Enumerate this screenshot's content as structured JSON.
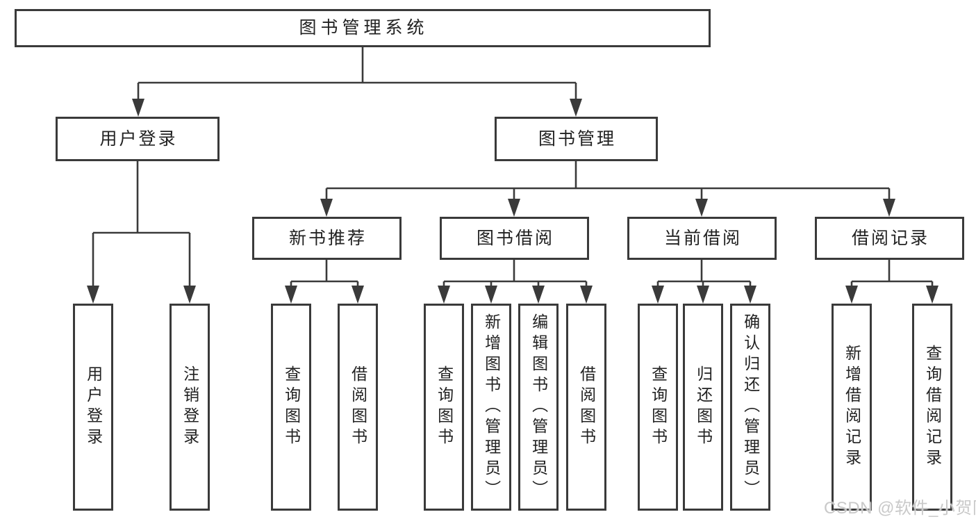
{
  "diagram": {
    "type": "hierarchy-structure-chart",
    "nodes": {
      "root": "图书管理系统",
      "user_login": "用户登录",
      "book_mgmt": "图书管理",
      "new_book_rec": "新书推荐",
      "book_borrow": "图书借阅",
      "current_borrow": "当前借阅",
      "borrow_records": "借阅记录",
      "ul_user_login": "用户登录",
      "ul_logout": "注销登录",
      "nb_query": "查询图书",
      "nb_borrow": "借阅图书",
      "bb_query": "查询图书",
      "bb_add": "新增图书（管理员）",
      "bb_edit": "编辑图书（管理员）",
      "bb_borrow": "借阅图书",
      "cb_query": "查询图书",
      "cb_return": "归还图书",
      "cb_confirm": "确认归还（管理员）",
      "br_add": "新增借阅记录",
      "br_query": "查询借阅记录"
    },
    "edges": [
      [
        "root",
        "user_login"
      ],
      [
        "root",
        "book_mgmt"
      ],
      [
        "user_login",
        "ul_user_login"
      ],
      [
        "user_login",
        "ul_logout"
      ],
      [
        "book_mgmt",
        "new_book_rec"
      ],
      [
        "book_mgmt",
        "book_borrow"
      ],
      [
        "book_mgmt",
        "current_borrow"
      ],
      [
        "book_mgmt",
        "borrow_records"
      ],
      [
        "new_book_rec",
        "nb_query"
      ],
      [
        "new_book_rec",
        "nb_borrow"
      ],
      [
        "book_borrow",
        "bb_query"
      ],
      [
        "book_borrow",
        "bb_add"
      ],
      [
        "book_borrow",
        "bb_edit"
      ],
      [
        "book_borrow",
        "bb_borrow"
      ],
      [
        "current_borrow",
        "cb_query"
      ],
      [
        "current_borrow",
        "cb_return"
      ],
      [
        "current_borrow",
        "cb_confirm"
      ],
      [
        "borrow_records",
        "br_add"
      ],
      [
        "borrow_records",
        "br_query"
      ]
    ]
  },
  "watermark": "CSDN @软件_小贺同学",
  "colors": {
    "line": "#3a3a3a",
    "text": "#222222",
    "background": "#ffffff",
    "watermark": "#c9c9c9"
  }
}
